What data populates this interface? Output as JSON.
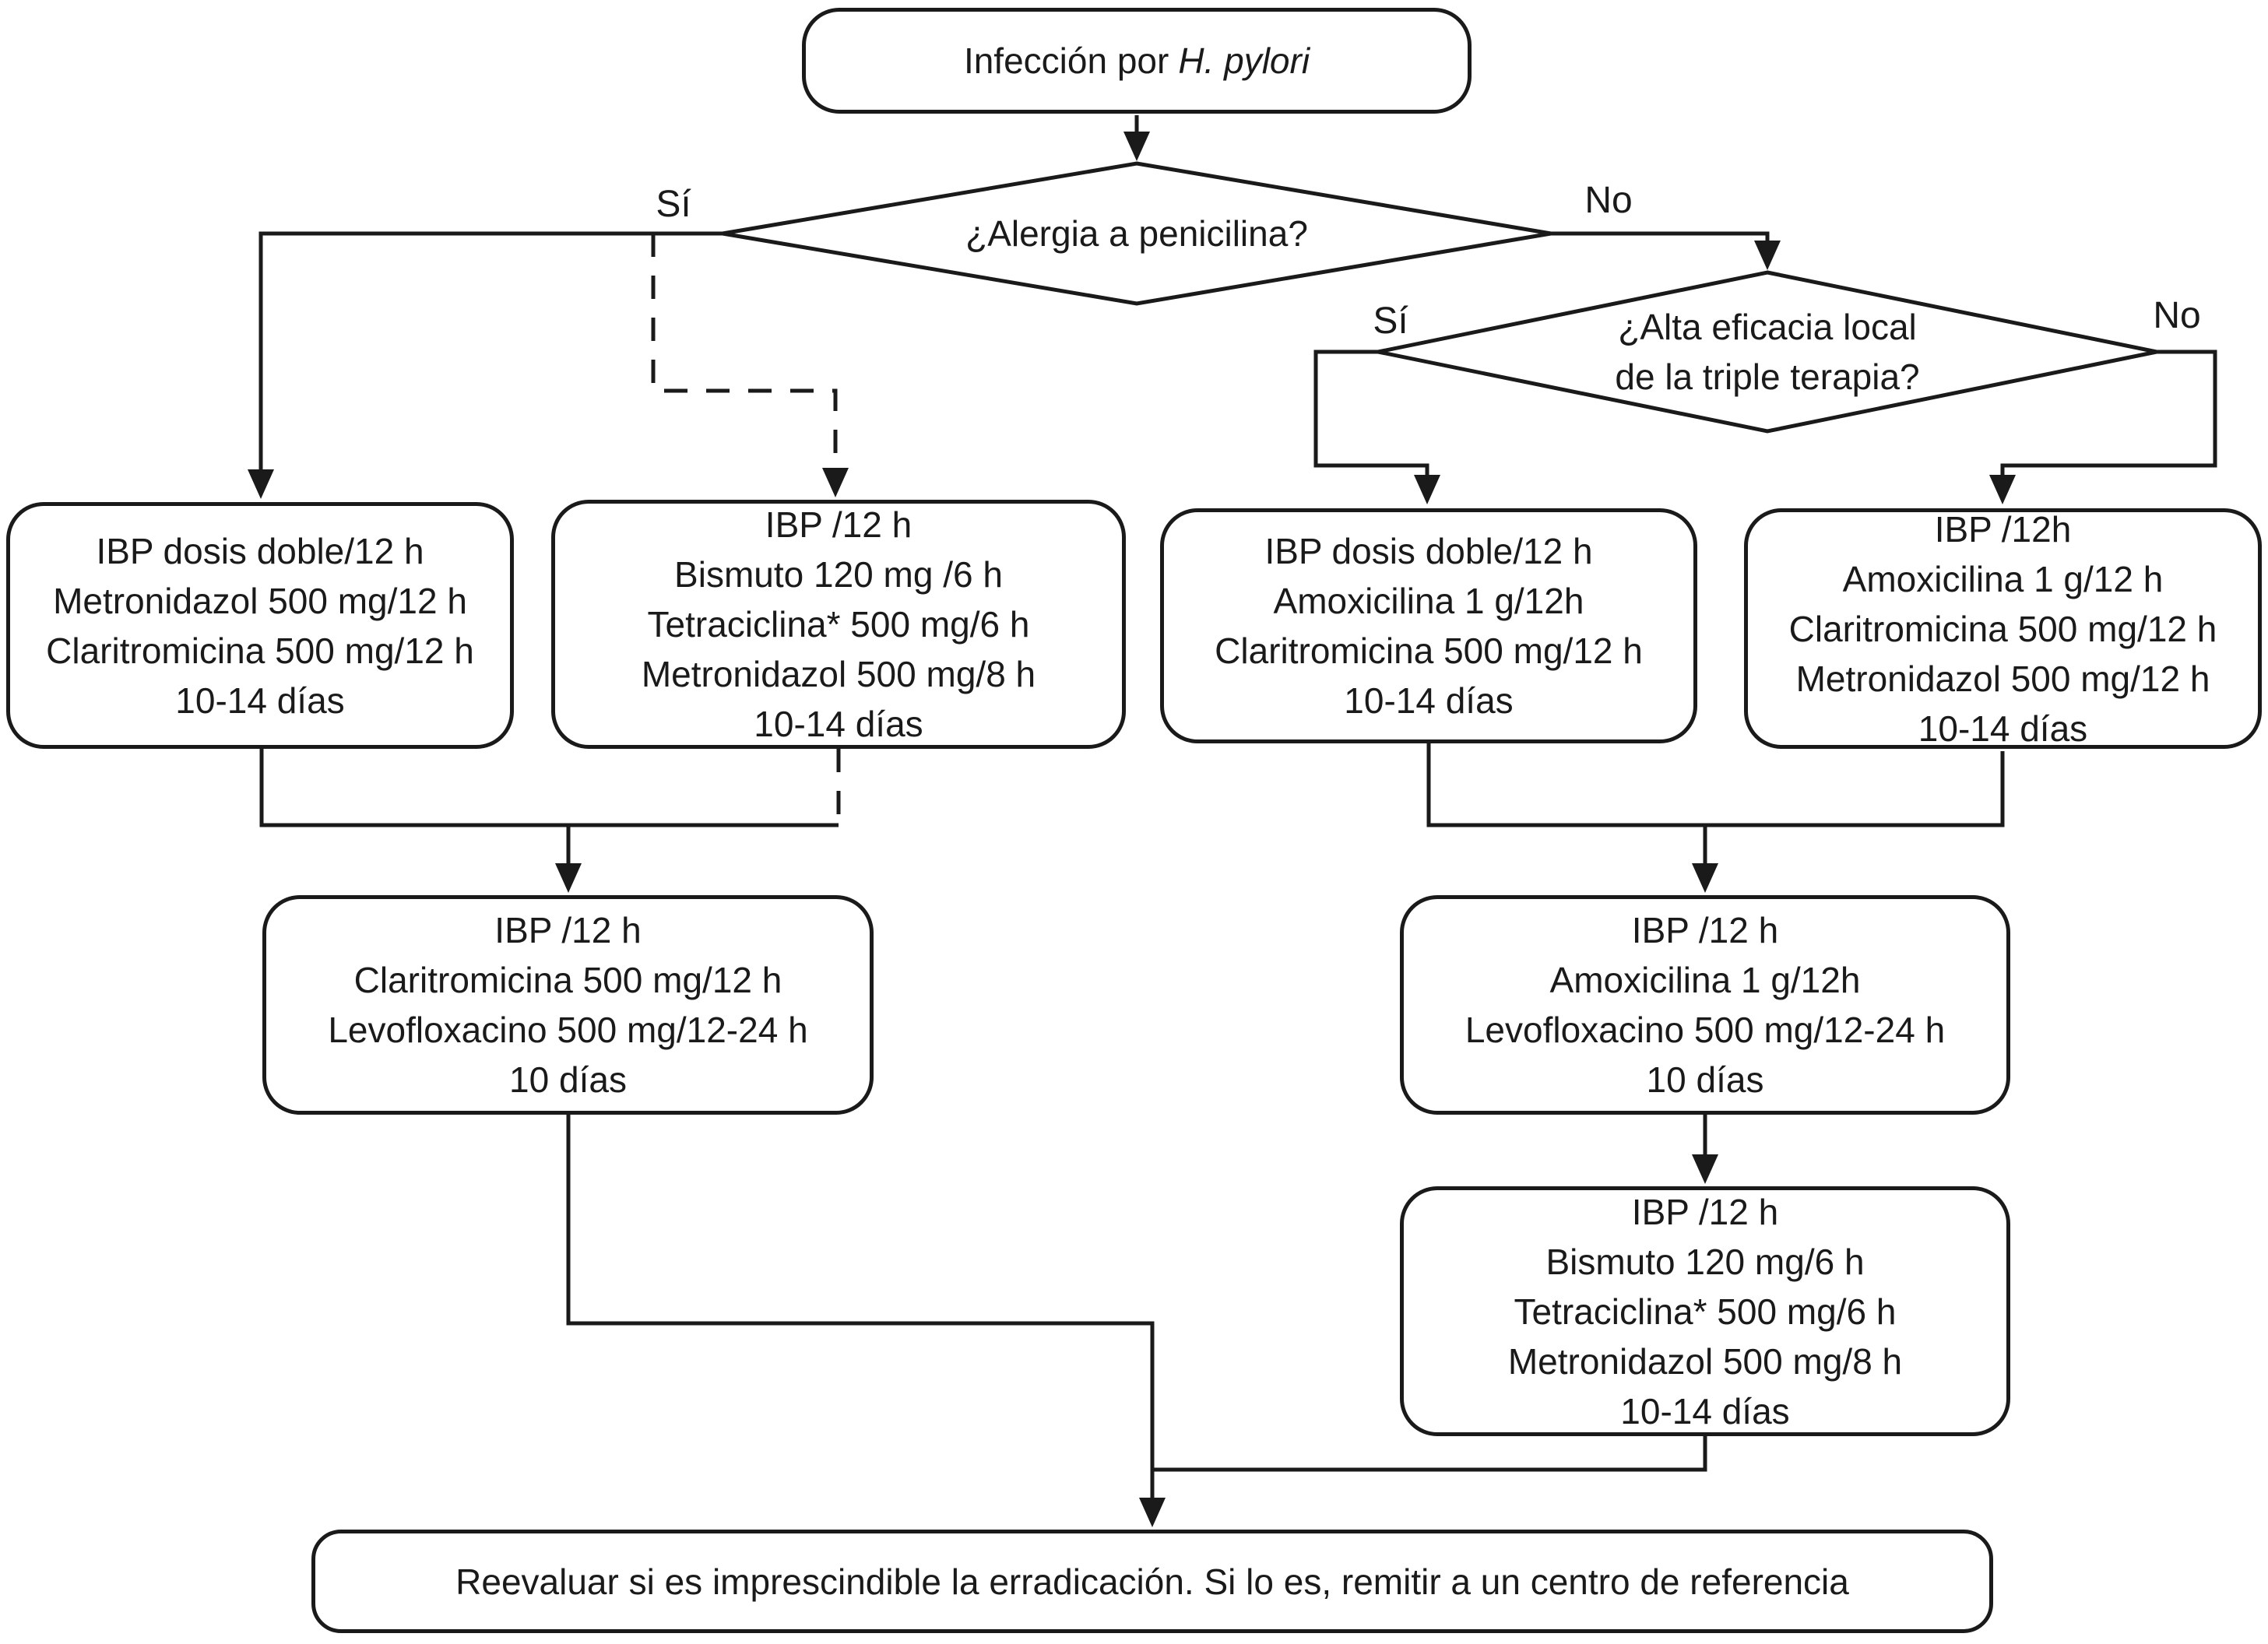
{
  "colors": {
    "stroke": "#1a1a1a",
    "text": "#1a1a1a",
    "node_background": "#ffffff",
    "page_background": "#ffffff"
  },
  "nodes": {
    "start": {
      "prefix": "Infección por",
      "italic": "H. pylori"
    },
    "allergy_decision": {
      "question": "¿Alergia a penicilina?",
      "yes_label": "Sí",
      "no_label": "No"
    },
    "efficacy_decision": {
      "question_line1": "¿Alta eficacia local",
      "question_line2": "de la triple terapia?",
      "yes_label": "Sí",
      "no_label": "No"
    },
    "triple_metronidazole": {
      "lines": [
        "IBP dosis doble/12 h",
        "Metronidazol 500 mg/12 h",
        "Claritromicina 500 mg/12 h",
        "10-14 días"
      ]
    },
    "quadruple_bismuth_alternative": {
      "lines": [
        "IBP /12 h",
        "Bismuto 120 mg /6 h",
        "Tetraciclina* 500 mg/6 h",
        "Metronidazol 500 mg/8 h",
        "10-14 días"
      ]
    },
    "triple_standard": {
      "lines": [
        "IBP dosis doble/12 h",
        "Amoxicilina 1 g/12h",
        "Claritromicina 500 mg/12 h",
        "10-14 días"
      ]
    },
    "concomitant_quadruple": {
      "lines": [
        "IBP /12h",
        "Amoxicilina 1 g/12 h",
        "Claritromicina 500 mg/12 h",
        "Metronidazol 500 mg/12 h",
        "10-14 días"
      ]
    },
    "rescue_levofloxacin_left": {
      "lines": [
        "IBP /12 h",
        "Claritromicina 500 mg/12 h",
        "Levofloxacino 500 mg/12-24 h",
        "10 días"
      ]
    },
    "rescue_levofloxacin_right": {
      "lines": [
        "IBP /12 h",
        "Amoxicilina 1 g/12h",
        "Levofloxacino 500 mg/12-24 h",
        "10 días"
      ]
    },
    "rescue_quadruple_bismuth": {
      "lines": [
        "IBP /12 h",
        "Bismuto 120 mg/6 h",
        "Tetraciclina* 500 mg/6 h",
        "Metronidazol 500 mg/8 h",
        "10-14 días"
      ]
    },
    "final": {
      "text": "Reevaluar si es imprescindible la erradicación. Si lo es, remitir a un centro de referencia"
    }
  }
}
